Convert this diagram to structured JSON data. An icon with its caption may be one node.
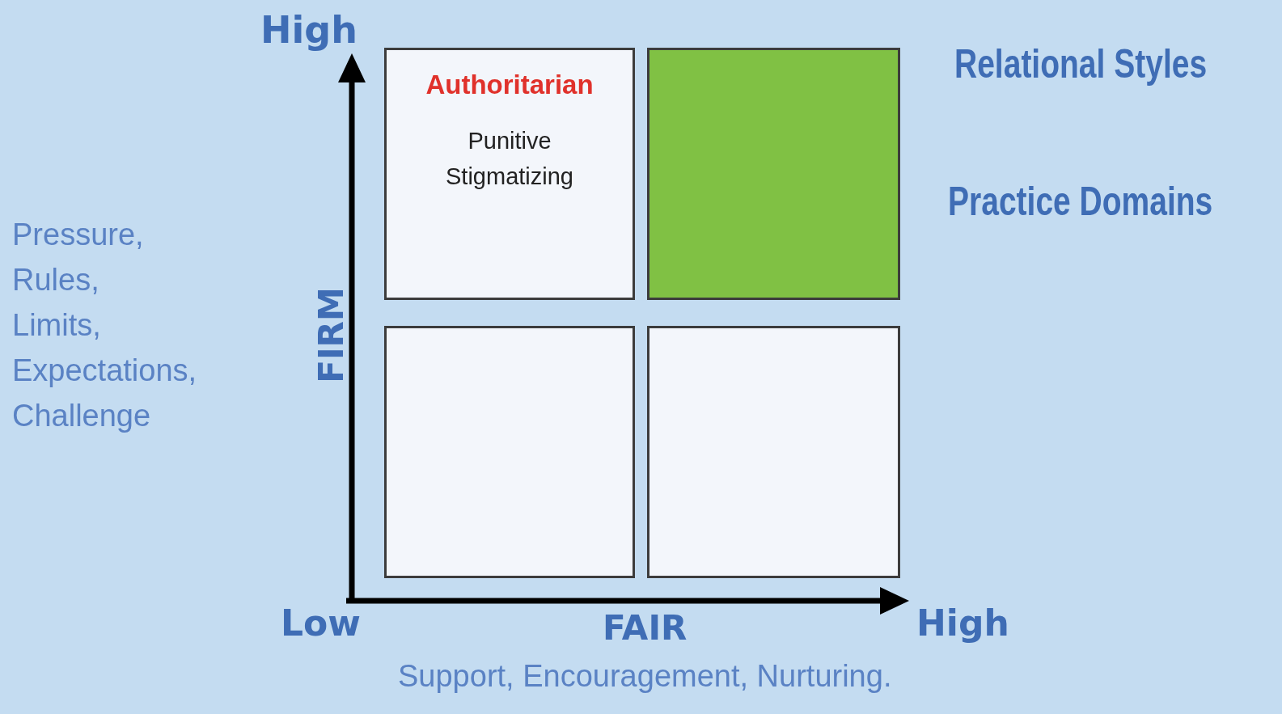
{
  "diagram": {
    "nodes": [
      {
        "text": [
          "Authoritarian",
          "Punitive Stigmatizing"
        ]
      },
      {
        "text": [],
        "shape": "box"
      },
      {
        "text": [],
        "shape": "box"
      },
      {
        "text": [],
        "shape": "box"
      }
    ],
    "edges": [],
    "labels": [
      "High",
      "Relational Styles",
      "Practice Domains",
      "Pressure, Rules, Limits, Expectations, Challenge",
      "FIRM",
      "Low",
      "FAIR",
      "High",
      "Support, Encouragement, Nurturing."
    ]
  }
}
